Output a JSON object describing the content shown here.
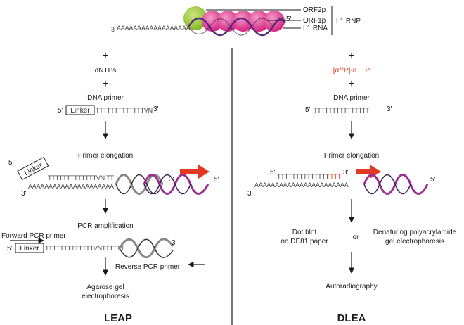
{
  "top": {
    "orf2p": "ORF2p",
    "orf1p": "ORF1p",
    "l1rna": "L1 RNA",
    "rnp": "L1 RNP",
    "prime5": "5'",
    "prime3": "3'",
    "polyA": "AAAAAAAAAAAAAAAAAA"
  },
  "leap": {
    "plus1": "+",
    "dntps": "dNTPs",
    "plus2": "+",
    "dna_primer": "DNA primer",
    "primer_5": "5'",
    "linker": "Linker",
    "primer_seq": "TTTTTTTTTTTTTVN",
    "primer_3": "3'",
    "elongation": "Primer elongation",
    "el_5a": "5'",
    "el_linker": "Linker",
    "el_top_seq": "TTTTTTTTTTTTTVN TT",
    "el_3a": "3'",
    "el_bottom_seq": "AAAAAAAAAAAAAAAAAAAAA",
    "el_3b": "3'",
    "el_5b": "5'",
    "pcr": "PCR amplification",
    "fwd": "Forward PCR primer",
    "pcr_5": "5'",
    "pcr_linker": "Linker",
    "pcr_seq": "TTTTTTTTTTTTTVNTTTTTT",
    "pcr_3": "3'",
    "rev": "Reverse PCR primer",
    "agarose1": "Agarose gel",
    "agarose2": "electrophoresis",
    "title": "LEAP"
  },
  "dlea": {
    "plus1": "+",
    "dttp": "[α³²P]-dTTP",
    "plus2": "+",
    "dna_primer": "DNA primer",
    "primer_5": "5'",
    "primer_seq": "TTTTTTTTTTTTTTT",
    "primer_3": "3'",
    "elongation": "Primer elongation",
    "el_5a": "5'",
    "el_top_seq": "TTTTTTTTTTTTTT",
    "el_red_seq": "TTTT",
    "el_3a": "3'",
    "el_bottom_seq": "AAAAAAAAAAAAAAAAAAAAAAA",
    "el_3b": "3'",
    "el_5b": "5'",
    "dot1": "Dot blot",
    "dot2": "on DE81 paper",
    "or": "or",
    "den1": "Denaturing polyacrylamide",
    "den2": "gel electrophoresis",
    "autorad": "Autoradiography",
    "title": "DLEA"
  },
  "colors": {
    "orf1p": "#e0359a",
    "orf2p": "#9ccc3c",
    "rna": "#5a2a7a",
    "red_arrow": "#e23a22",
    "red_text": "#e23a22"
  }
}
